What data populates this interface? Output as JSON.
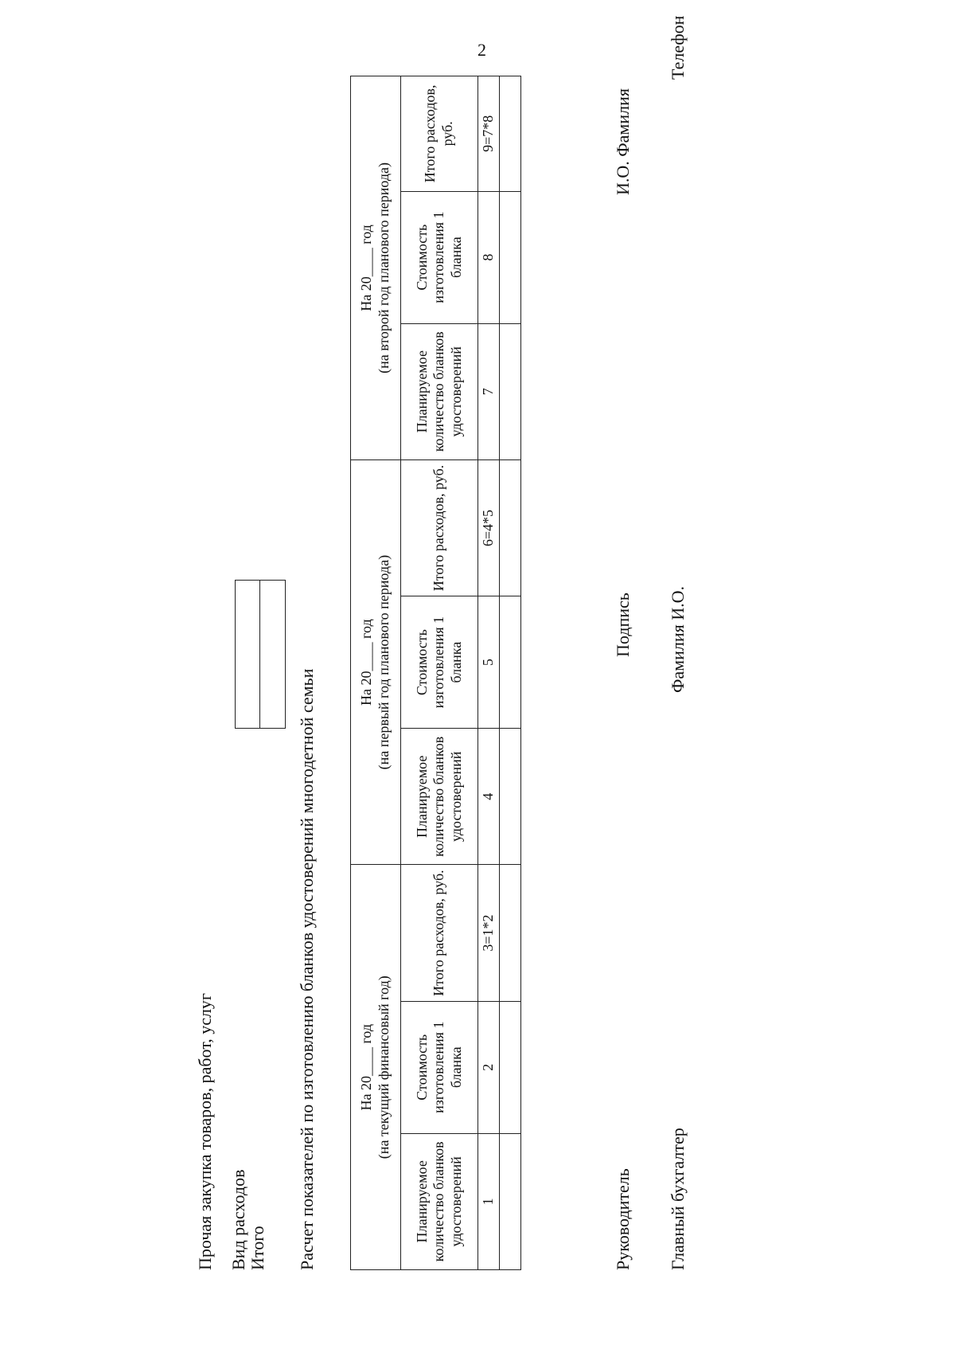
{
  "page_number": "2",
  "header": {
    "line1": "Прочая закупка товаров, работ, услуг",
    "line2": "Вид расходов",
    "line3": "Итого"
  },
  "table_title": "Расчет показателей по изготовлению бланков удостоверений многодетной семьи",
  "table": {
    "groups": [
      {
        "line1": "На 20____ год",
        "line2": "(на текущий финансовый год)"
      },
      {
        "line1": "На 20____ год",
        "line2": "(на первый год планового периода)"
      },
      {
        "line1": "На 20____ год",
        "line2": "(на второй год планового периода)"
      }
    ],
    "sub_headers": [
      "Планируемое количество бланков удостоверений",
      "Стоимость изготовления 1 бланка",
      "Итого расходов, руб."
    ],
    "numbers": [
      "1",
      "2",
      "3=1*2",
      "4",
      "5",
      "6=4*5",
      "7",
      "8",
      "9=7*8"
    ]
  },
  "signatures": {
    "head_label": "Руководитель",
    "signature_label": "Подпись",
    "head_name": "И.О. Фамилия",
    "accountant_label": "Главный бухгалтер",
    "accountant_name": "Фамилия И.О.",
    "phone_label": "Телефон"
  }
}
